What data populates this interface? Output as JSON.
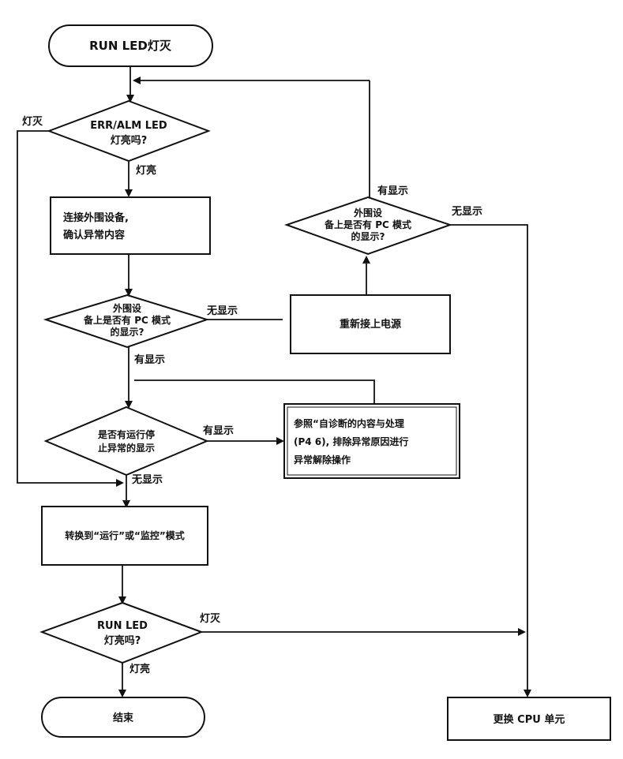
{
  "nodes": {
    "start": "RUN LED灯灭",
    "errAlm": [
      "ERR/ALM LED",
      "灯亮吗?"
    ],
    "connect": [
      "连接外围设备,",
      "确认异常内容"
    ],
    "pcDisplay1": [
      "外围设",
      "备上是否有 PC 模式",
      "的显示?"
    ],
    "pcDisplay2": [
      "外围设",
      "备上是否有 PC 模式",
      "的显示?"
    ],
    "reconnectPower": "重新接上电源",
    "runStop": [
      "是否有运行停",
      "止异常的显示"
    ],
    "selfDiag": [
      "参照“自诊断的内容与处理",
      "(P4 6), 排除异常原因进行",
      "异常解除操作"
    ],
    "switchMode": "转换到“运行”或“监控”模式",
    "runLed": [
      "RUN LED",
      "灯亮吗?"
    ],
    "end": "结束",
    "replaceCpu": "更换 CPU 单元"
  },
  "edgeLabels": {
    "errOff": "灯灭",
    "errOn": "灯亮",
    "pc1None": "无显示",
    "pc1Has": "有显示",
    "pc2Has": "有显示",
    "pc2None": "无显示",
    "runStopHas": "有显示",
    "runStopNone": "无显示",
    "runLedOff": "灯灭",
    "runLedOn": "灯亮"
  }
}
